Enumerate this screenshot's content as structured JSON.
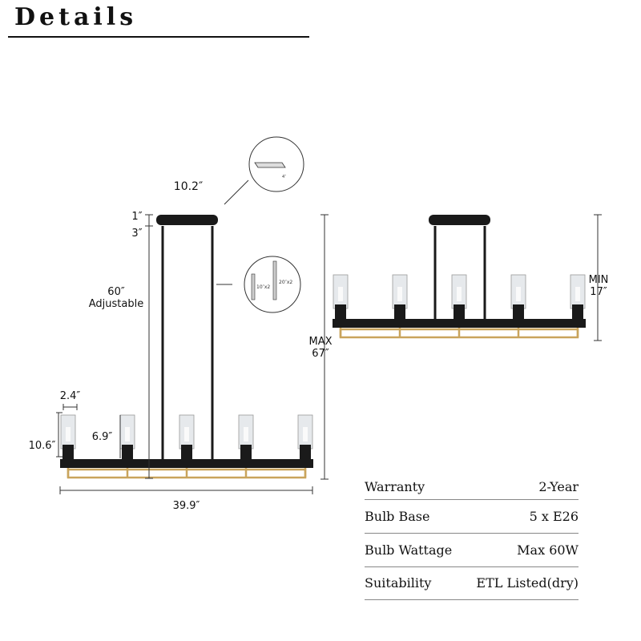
{
  "title": "Details",
  "dimensions": {
    "canopy_width": "10.2″",
    "canopy_thickness": "1″",
    "canopy_drop": "3″",
    "rod_length": "60″",
    "rod_note": "Adjustable",
    "shade_width": "2.4″",
    "fixture_height": "10.6″",
    "shade_height": "6.9″",
    "fixture_length": "39.9″",
    "max_label": "MAX",
    "max_height": "67″",
    "min_label": "MIN",
    "min_height": "17″"
  },
  "insets": {
    "canopy_depth": "4″",
    "rod_short": "10″x2",
    "rod_long": "20″x2"
  },
  "specs": [
    {
      "label": "Warranty",
      "value": "2-Year"
    },
    {
      "label": "Bulb Base",
      "value": "5 x E26"
    },
    {
      "label": "Bulb Wattage",
      "value": "Max 60W"
    },
    {
      "label": "Suitability",
      "value": "ETL Listed(dry)"
    }
  ],
  "colors": {
    "frame": "#1a1a1a",
    "accent_gold": "#c9a45c",
    "glass": "#e6e9ec"
  }
}
